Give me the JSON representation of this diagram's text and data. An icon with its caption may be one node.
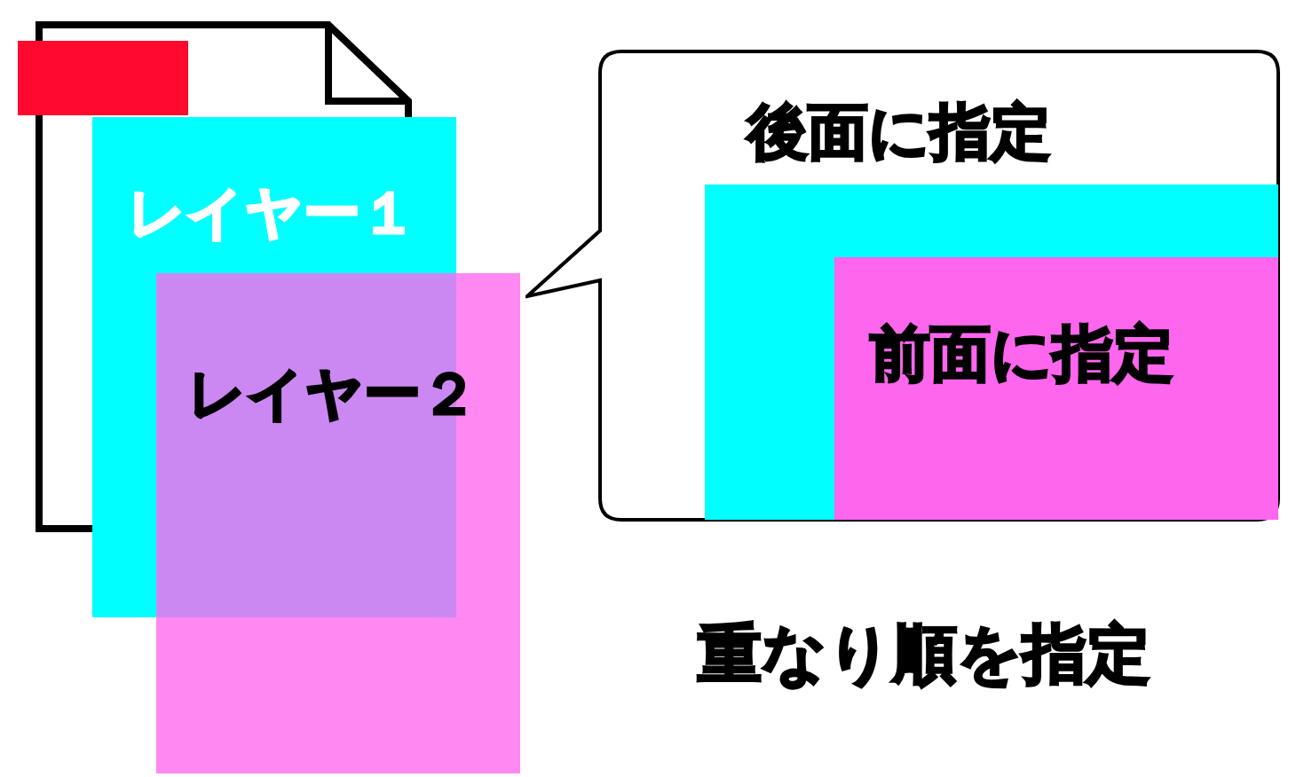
{
  "diagram": {
    "nodes": [
      {
        "text": [
          "レイヤー１"
        ]
      },
      {
        "text": [
          "レイヤー２"
        ]
      },
      {
        "text": [],
        "shape": "box"
      },
      {
        "text": [
          "後面に指定"
        ],
        "in": 2
      },
      {
        "text": [
          "前面に指定"
        ],
        "in": 3
      }
    ],
    "labels": [
      "重なり順を指定"
    ]
  }
}
